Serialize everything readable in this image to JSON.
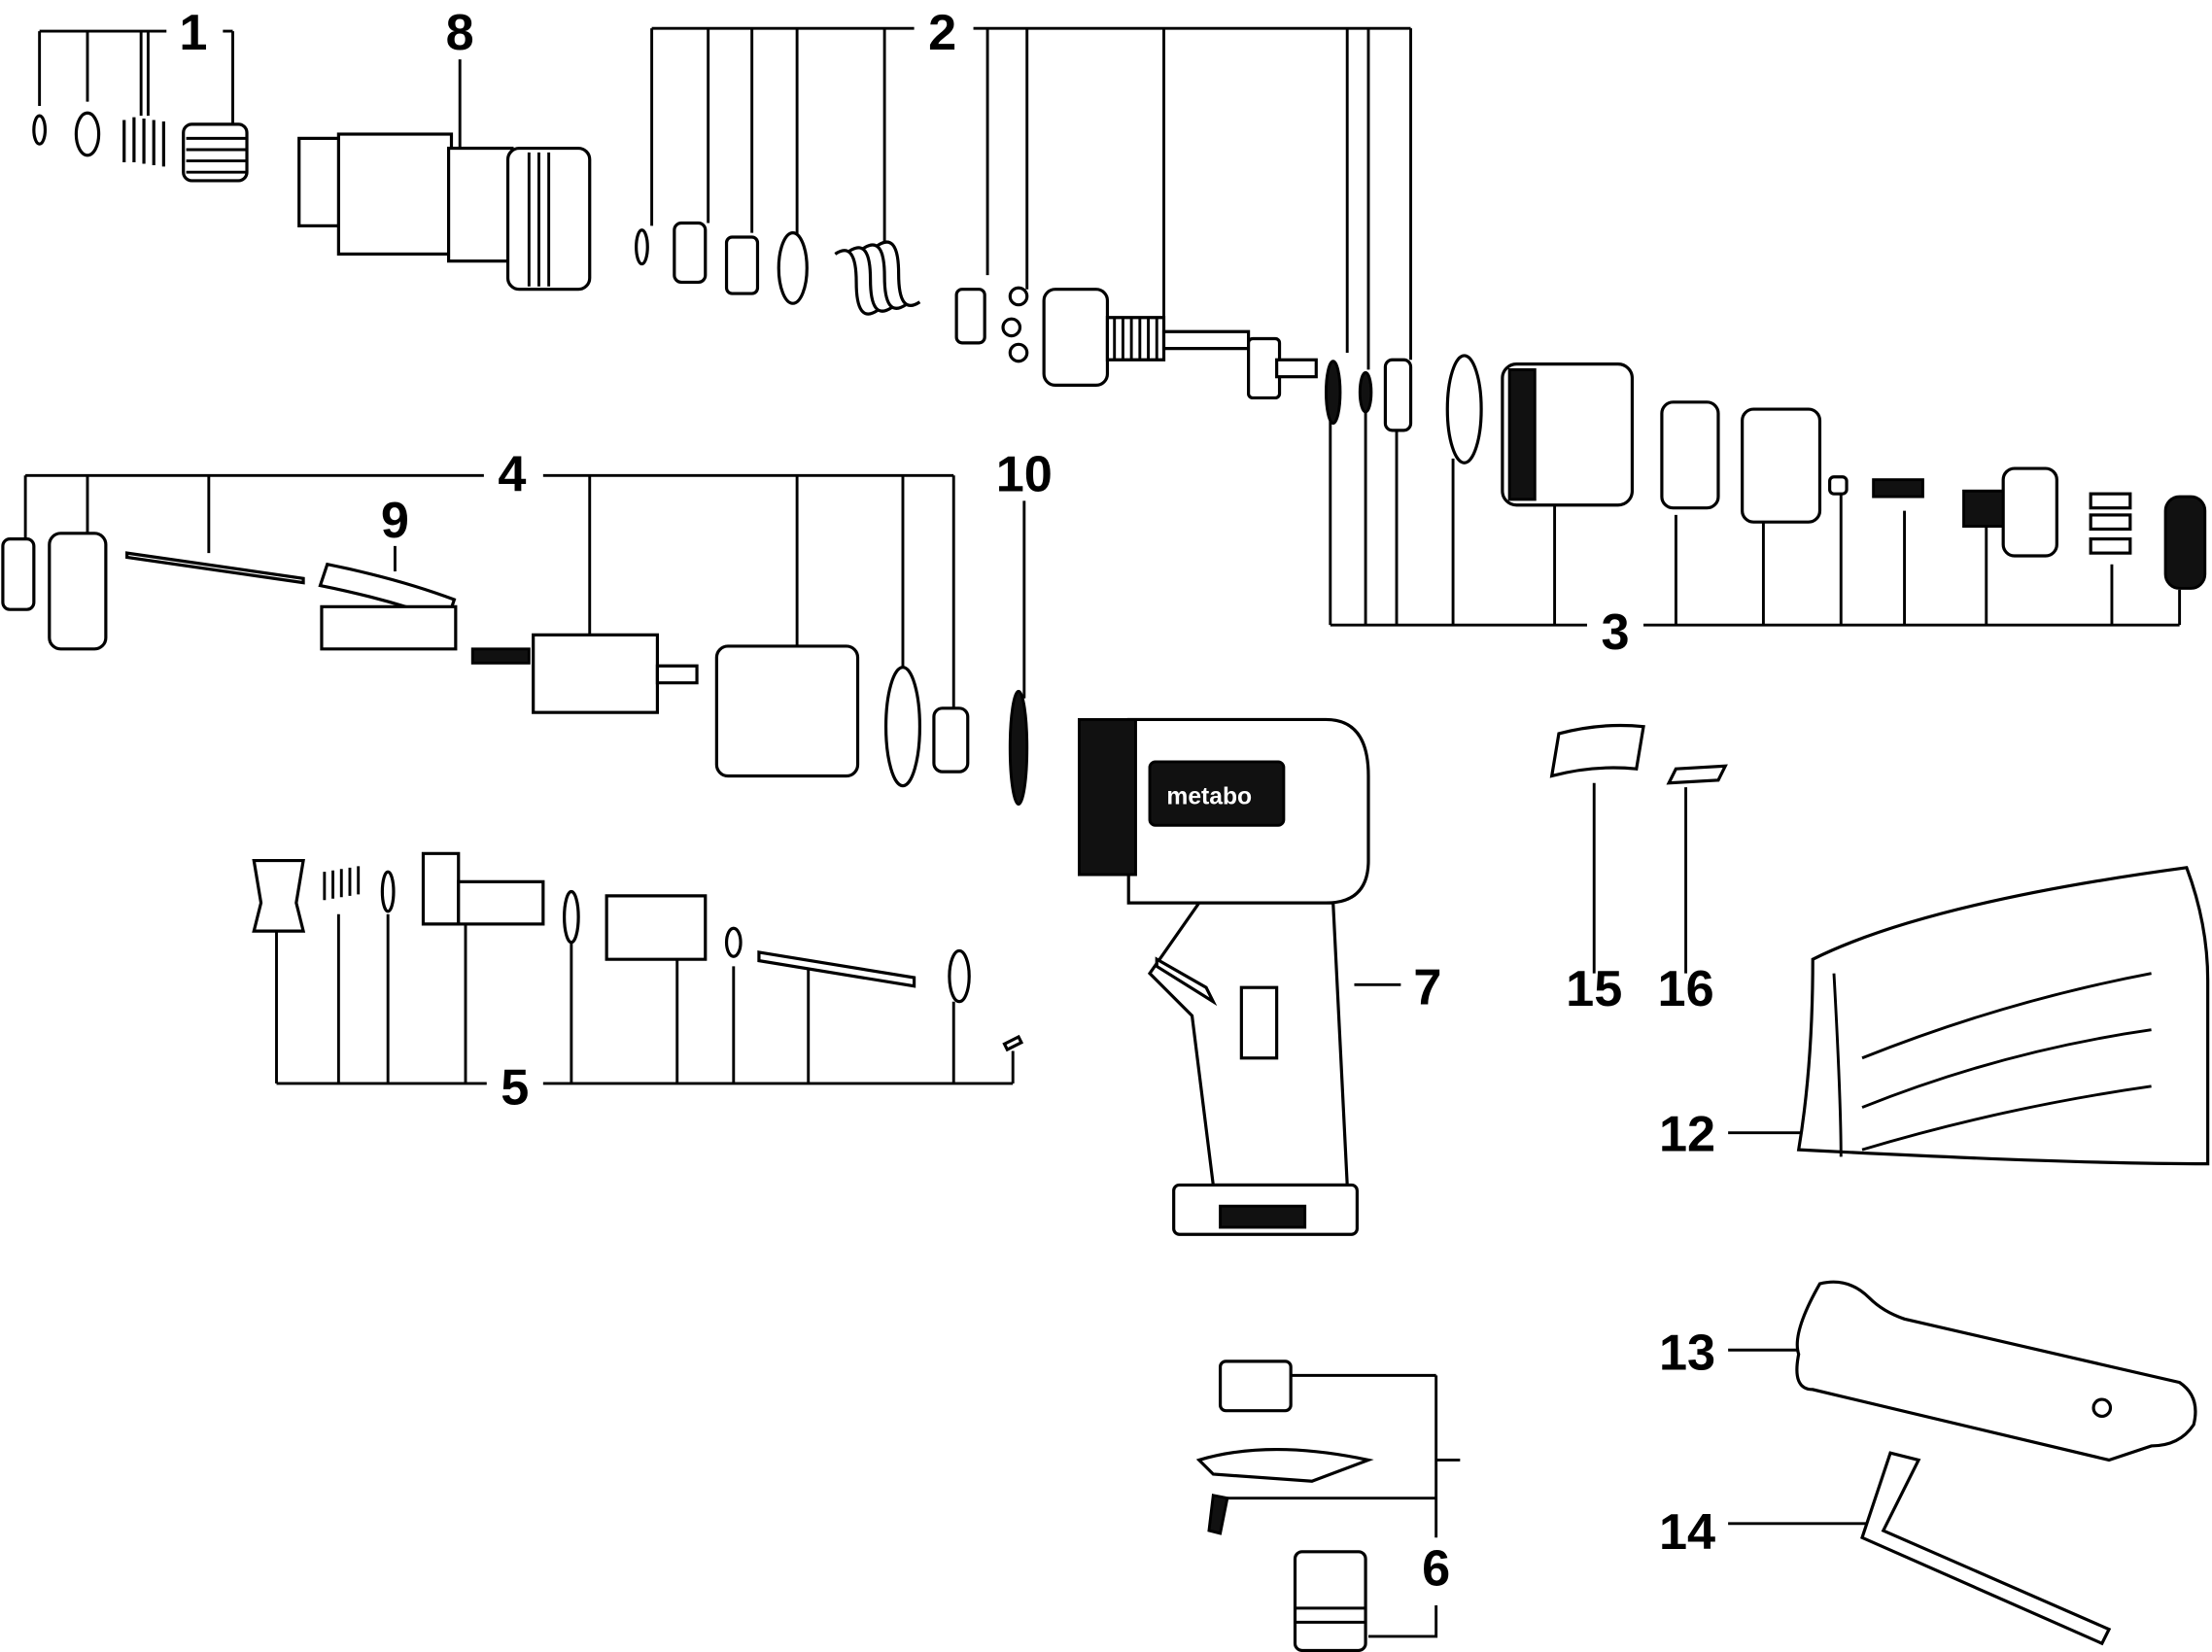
{
  "diagram": {
    "type": "exploded parts diagram",
    "brand_logo": "metabo",
    "callouts": [
      {
        "id": "1",
        "label": "1"
      },
      {
        "id": "2",
        "label": "2"
      },
      {
        "id": "3",
        "label": "3"
      },
      {
        "id": "4",
        "label": "4"
      },
      {
        "id": "5",
        "label": "5"
      },
      {
        "id": "6",
        "label": "6"
      },
      {
        "id": "7",
        "label": "7"
      },
      {
        "id": "8",
        "label": "8"
      },
      {
        "id": "9",
        "label": "9"
      },
      {
        "id": "10",
        "label": "10"
      },
      {
        "id": "12",
        "label": "12"
      },
      {
        "id": "13",
        "label": "13"
      },
      {
        "id": "14",
        "label": "14"
      },
      {
        "id": "15",
        "label": "15"
      },
      {
        "id": "16",
        "label": "16"
      }
    ]
  }
}
